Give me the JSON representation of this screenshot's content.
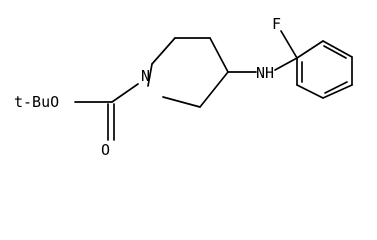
{
  "molecule": {
    "labels": {
      "fluorine": "F",
      "amine": "NH",
      "ring_nitrogen": "N",
      "ester_oxygen": "O",
      "carbonyl_oxygen": "O",
      "boc_group": "t-BuO"
    },
    "colors": {
      "bond": "#000000",
      "text": "#000000",
      "background": "#ffffff"
    }
  }
}
